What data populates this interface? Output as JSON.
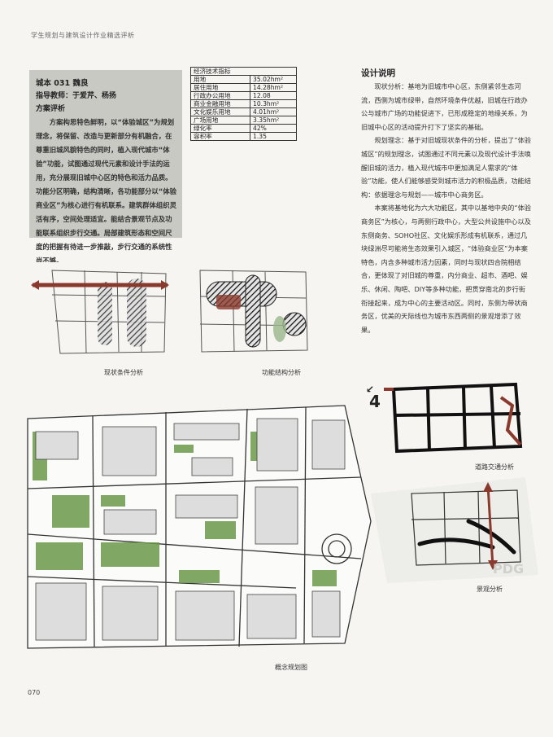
{
  "header": {
    "text": "学生规划与建筑设计作业精选评析"
  },
  "info_box": {
    "title": "城本 031  魏良",
    "tutors": "指导教师：于爱芹、杨扬",
    "section": "方案评析",
    "body": "方案构思特色鲜明，以“体验城区”为规划理念，将保留、改造与更新部分有机融合，在尊重旧城风貌特色的同时，植入现代城市“体验”功能，试图通过现代元素和设计手法的运用，充分展现旧城中心区的特色和活力品质。功能分区明确，结构清晰，各功能部分以“体验商业区”为核心进行有机联系。建筑群体组织灵活有序，空间处理适宜。能结合景观节点及功能联系组织步行交通。局部建筑形态和空间尺度的把握有待进一步推敲，步行交通的系统性尚不够。"
  },
  "tech_table": {
    "header": "经济技术指标",
    "rows": [
      {
        "k": "用地",
        "v": "35.02hm²"
      },
      {
        "k": "居住用地",
        "v": "14.28hm²"
      },
      {
        "k": "行政办公用地",
        "v": "12.08"
      },
      {
        "k": "商业金融用地",
        "v": "10.3hm²"
      },
      {
        "k": "文化娱乐用地",
        "v": "4.01hm²"
      },
      {
        "k": "广场用地",
        "v": "3.35hm²"
      },
      {
        "k": "绿化率",
        "v": "42%"
      },
      {
        "k": "容积率",
        "v": "1.35"
      }
    ]
  },
  "design": {
    "title": "设计说明",
    "paragraphs": [
      "现状分析：基地为旧城市中心区，东侧紧邻生态河流，西侧为城市绿带，自然环境条件优越，旧城在行政办公与城市广场的功能促进下，已形成稳定的地缘关系，为旧城中心区的活动提升打下了坚实的基础。",
      "规划理念：基于对旧城现状条件的分析，提出了“体验城区”的规划理念，试图通过不同元素以及现代设计手法唤醒旧城的活力，植入现代城市中更加满足人需求的“体验”功能，使人们能够感受到城市活力的积极品质，功能结构：依据理念与规划——城市中心商务区。",
      "本案将基地化为六大功能区，其中以基地中央的“体验商务区”为核心，与两侧行政中心，大型公共设施中心以及东侧商务、SOHO社区、文化娱乐形成有机联系，通过几块绿洲尽可能将生态效果引入城区，“体验商业区”为本案特色，内含多种城市活力因素，同时与现状四合院相结合，更体现了对旧城的尊重，内分商业、超市、酒吧、娱乐、休闲、陶吧、DIY等多种功能，把贯穿南北的步行街衔接起来，成为中心的主要活动区。同时，东侧为带状商务区，优美的天际线也为城市东西两侧的景观增添了效果。"
    ]
  },
  "captions": {
    "status": "现状条件分析",
    "function": "功能结构分析",
    "traffic": "道路交通分析",
    "landscape": "景观分析",
    "master": "概念规划图"
  },
  "watermark": "PDG",
  "page_number": "070"
}
